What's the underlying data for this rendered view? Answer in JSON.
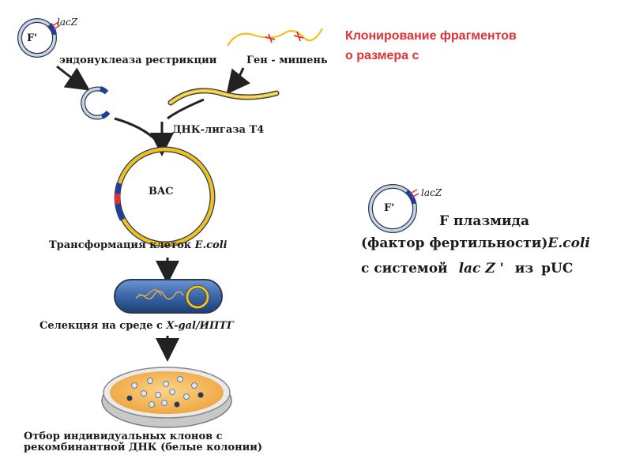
{
  "title": {
    "line1": "Клонирование фрагментов",
    "line2": "о размера с"
  },
  "labels": {
    "plasmid_f": "F'",
    "lacz": "lacZ",
    "endonuclease": "эндонуклеаза рестрикции",
    "target_gene": "Ген - мишень",
    "ligase": "ДНК-лигаза Т4",
    "bac": "BAC",
    "transformation": "Трансформация клеток",
    "ecoli": "E.coli",
    "selection": "Селекция на среде с",
    "xgal": "X-gal/ИПТГ",
    "selection_line1": "Отбор индивидуальных  клонов с",
    "selection_line2": "рекомбинантной ДНК (белые колонии)"
  },
  "legend": {
    "f_label": "F'",
    "lacz": "lacZ",
    "line1": "F плазмида",
    "line2_a": "(фактор фертильности)",
    "line2_b": "E.coli",
    "line3_a": "с системой",
    "line3_b": "lac Z '",
    "line3_c": "из",
    "line3_d": "pUC"
  },
  "colors": {
    "title": "#e03232",
    "plasmid_ring": "#b9c6d6",
    "plasmid_outline": "#2a3a55",
    "marker": "#1f3f95",
    "gene": "#f0c020",
    "cut": "#e03232",
    "cell": "#3a66a8",
    "agar": "#f5b04a"
  }
}
